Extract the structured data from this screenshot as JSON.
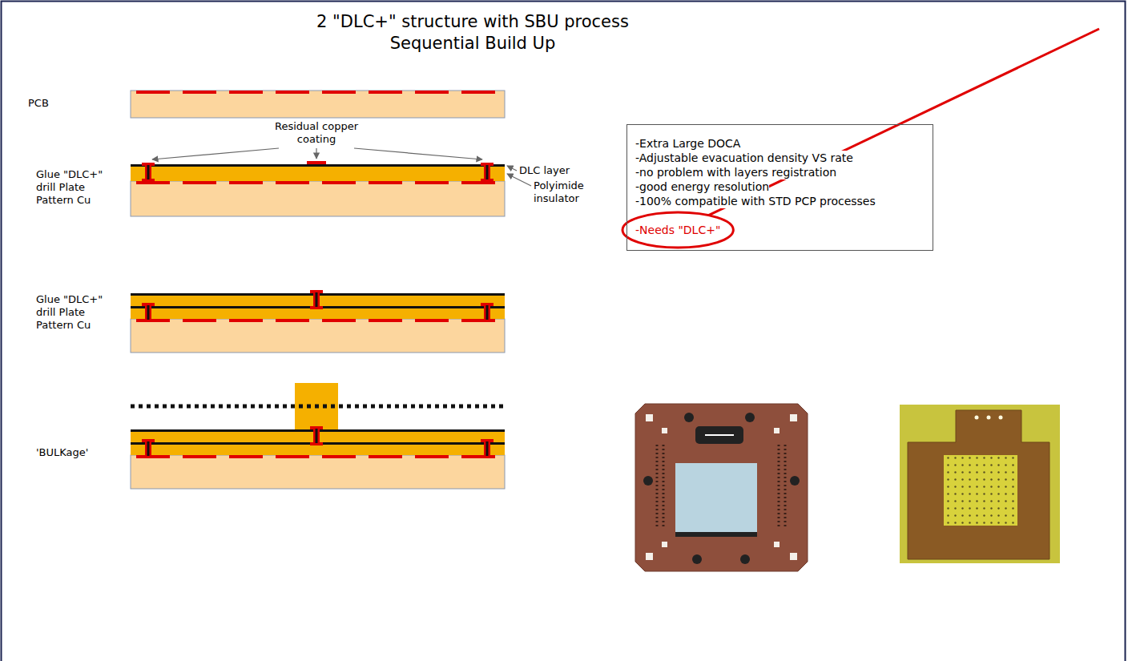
{
  "diagram": {
    "title": "2 \"DLC+\" structure with SBU process Sequential Build Up",
    "nodes": [
      {
        "text": [
          "-Extra Large DOCA",
          "-Adjustable evacuation density VS rate",
          "-no problem with layers registration",
          "-good energy resolution",
          "-100% compatible with STD PCP processes",
          "-Needs \"DLC+\""
        ]
      }
    ],
    "labels": [
      "PCB",
      "Residual copper coating",
      "Glue \"DLC+\" drill Plate Pattern Cu",
      "DLC layer",
      "Polyimide insulator",
      "Glue \"DLC+\" drill Plate Pattern Cu",
      "'BULKage'"
    ]
  }
}
